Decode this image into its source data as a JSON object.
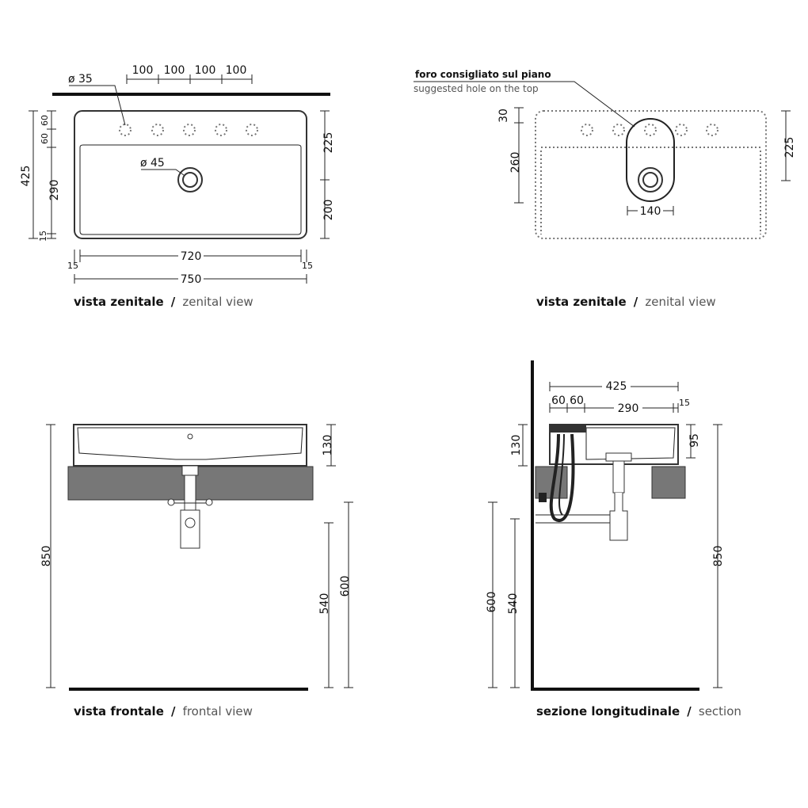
{
  "views": {
    "top_left": {
      "caption_bold": "vista zenitale",
      "caption_sep": "/",
      "caption_light": "zenital view",
      "dims": {
        "hole_dia": "ø 35",
        "drain_dia": "ø 45",
        "spacing": [
          "100",
          "100",
          "100",
          "100"
        ],
        "left_a": "60",
        "left_b": "60",
        "left_c": "290",
        "left_d": "15",
        "left_total": "425",
        "right_a": "225",
        "right_b": "200",
        "bottom_l": "15",
        "bottom_inner": "720",
        "bottom_r": "15",
        "bottom_outer": "750"
      }
    },
    "top_right": {
      "note_bold": "foro consigliato sul piano",
      "note_light": "suggested hole on the top",
      "caption_bold": "vista zenitale",
      "caption_sep": "/",
      "caption_light": "zenital view",
      "dims": {
        "left_a": "30",
        "left_b": "260",
        "right_a": "225",
        "hole_w": "140"
      }
    },
    "bottom_left": {
      "caption_bold": "vista frontale",
      "caption_sep": "/",
      "caption_light": "frontal view",
      "dims": {
        "height": "130",
        "total": "850",
        "drain_h": "540",
        "tap_h": "600"
      }
    },
    "bottom_right": {
      "caption_bold": "sezione longitudinale",
      "caption_sep": "/",
      "caption_light": "section",
      "dims": {
        "depth": "425",
        "seg_a": "60",
        "seg_b": "60",
        "seg_c": "290",
        "seg_d": "15",
        "height": "130",
        "inner_h": "95",
        "tap_h": "600",
        "drain_h": "540",
        "total": "850"
      }
    }
  }
}
